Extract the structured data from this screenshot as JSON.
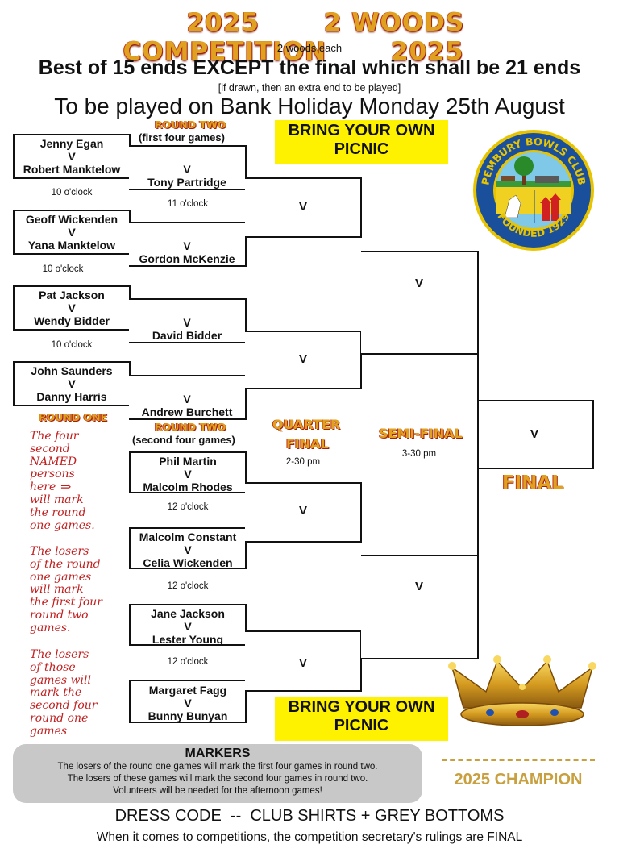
{
  "header": {
    "year_left": "2025",
    "title": "2 WOODS COMPETITION",
    "year_right": "2025",
    "woods_each": "2 woods each",
    "rule": "Best of 15 ends EXCEPT the final which shall be 21 ends",
    "drawn_note": "[if drawn, then an extra end to be played]",
    "date_line": "To be played on Bank Holiday Monday 25th August"
  },
  "round_one": {
    "label": "ROUND ONE",
    "matches": [
      {
        "p1": "Jenny Egan",
        "v": "V",
        "p2": "Robert Manktelow"
      },
      {
        "p1": "Geoff Wickenden",
        "v": "V",
        "p2": "Yana Manktelow"
      },
      {
        "p1": "Pat Jackson",
        "v": "V",
        "p2": "Wendy Bidder"
      },
      {
        "p1": "John Saunders",
        "v": "V",
        "p2": "Danny Harris"
      }
    ],
    "times": [
      "10 o'clock",
      "10 o'clock",
      "10 o'clock"
    ]
  },
  "round_two_a": {
    "label": "ROUND TWO",
    "sublabel": "(first four games)",
    "players": [
      "Tony Partridge",
      "Gordon McKenzie",
      "David Bidder",
      "Andrew Burchett"
    ],
    "v": "V",
    "time": "11 o'clock"
  },
  "round_two_b": {
    "label": "ROUND TWO",
    "sublabel": "(second four games)",
    "matches": [
      {
        "p1": "Phil Martin",
        "v": "V",
        "p2": "Malcolm Rhodes"
      },
      {
        "p1": "Malcolm Constant",
        "v": "V",
        "p2": "Celia Wickenden"
      },
      {
        "p1": "Jane Jackson",
        "v": "V",
        "p2": "Lester Young"
      },
      {
        "p1": "Margaret Fagg",
        "v": "V",
        "p2": "Bunny Bunyan"
      }
    ],
    "times": [
      "12 o'clock",
      "12 o'clock",
      "12 o'clock"
    ]
  },
  "quarter_final": {
    "label_1": "QUARTER",
    "label_2": "FINAL",
    "time": "2-30 pm",
    "v": "V"
  },
  "semi_final": {
    "label": "SEMI-FINAL",
    "time": "3-30 pm",
    "v": "V"
  },
  "final": {
    "label": "FINAL",
    "v": "V"
  },
  "picnic": {
    "line1": "BRING YOUR OWN",
    "line2": "PICNIC"
  },
  "logo": {
    "text_top": "PEMBURY BOWLS CLUB",
    "text_bottom": "FOUNDED 1929"
  },
  "notes": {
    "lines_1": [
      "The four",
      "second",
      "NAMED",
      "persons",
      "here",
      "will mark",
      "the round",
      "one games."
    ],
    "lines_2": [
      "The losers",
      "of the round",
      "one games",
      "will mark",
      "the first four",
      "round two",
      "games."
    ],
    "lines_3": [
      "The losers",
      "of those",
      "games will",
      "mark the",
      "second four",
      "round one",
      "games"
    ]
  },
  "markers": {
    "title": "MARKERS",
    "line1": "The losers of the round one games will mark the first four games in round two.",
    "line2": "The losers of these games will mark the second four games in round two.",
    "line3": "Volunteers will be needed for the afternoon games!"
  },
  "champion": "2025 CHAMPION",
  "footer": {
    "dress_code": "DRESS CODE  --  CLUB SHIRTS + GREY BOTTOMS",
    "rulings": "When it comes to competitions, the competition secretary's rulings are FINAL"
  },
  "colors": {
    "gold": "#e0a020",
    "red_outline": "#a02010",
    "picnic_yellow": "#fff200",
    "note_red": "#c02020",
    "logo_blue": "#1a4f9c",
    "markers_grey": "#c8c8c8"
  }
}
